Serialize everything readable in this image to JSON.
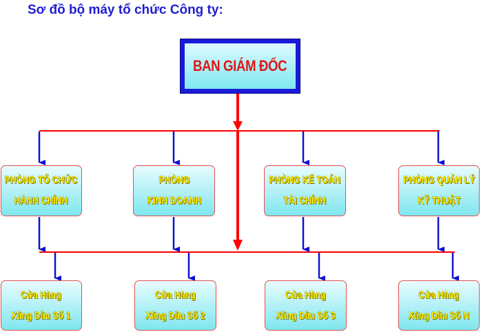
{
  "title": "Sơ đồ bộ máy tổ chức Công ty:",
  "director": "BAN GIÁM ĐỐC",
  "departments": [
    {
      "line1": "PHÒNG TỔ CHỨC",
      "line2": "HÀNH CHÍNH"
    },
    {
      "line1": "PHÒNG",
      "line2": "KINH DOANH"
    },
    {
      "line1": "PHÒNG KẾ TOÁN",
      "line2": "TÀI CHÍNH"
    },
    {
      "line1": "PHÒNG QUẢN LÝ",
      "line2": "KỸ THUẬT"
    }
  ],
  "stores": [
    {
      "line1": "Cửa Hàng",
      "line2": "Xăng Dầu Số 1"
    },
    {
      "line1": "Cửa Hàng",
      "line2": "Xăng Dầu Số 2"
    },
    {
      "line1": "Cửa Hàng",
      "line2": "Xăng Dầu Số 3"
    },
    {
      "line1": "Cửa Hàng",
      "line2": "Xăng Dầu Số N"
    }
  ],
  "colors": {
    "red_line": "#ff0000",
    "blue_arrow": "#1010d0",
    "title": "#1f1fd0"
  }
}
